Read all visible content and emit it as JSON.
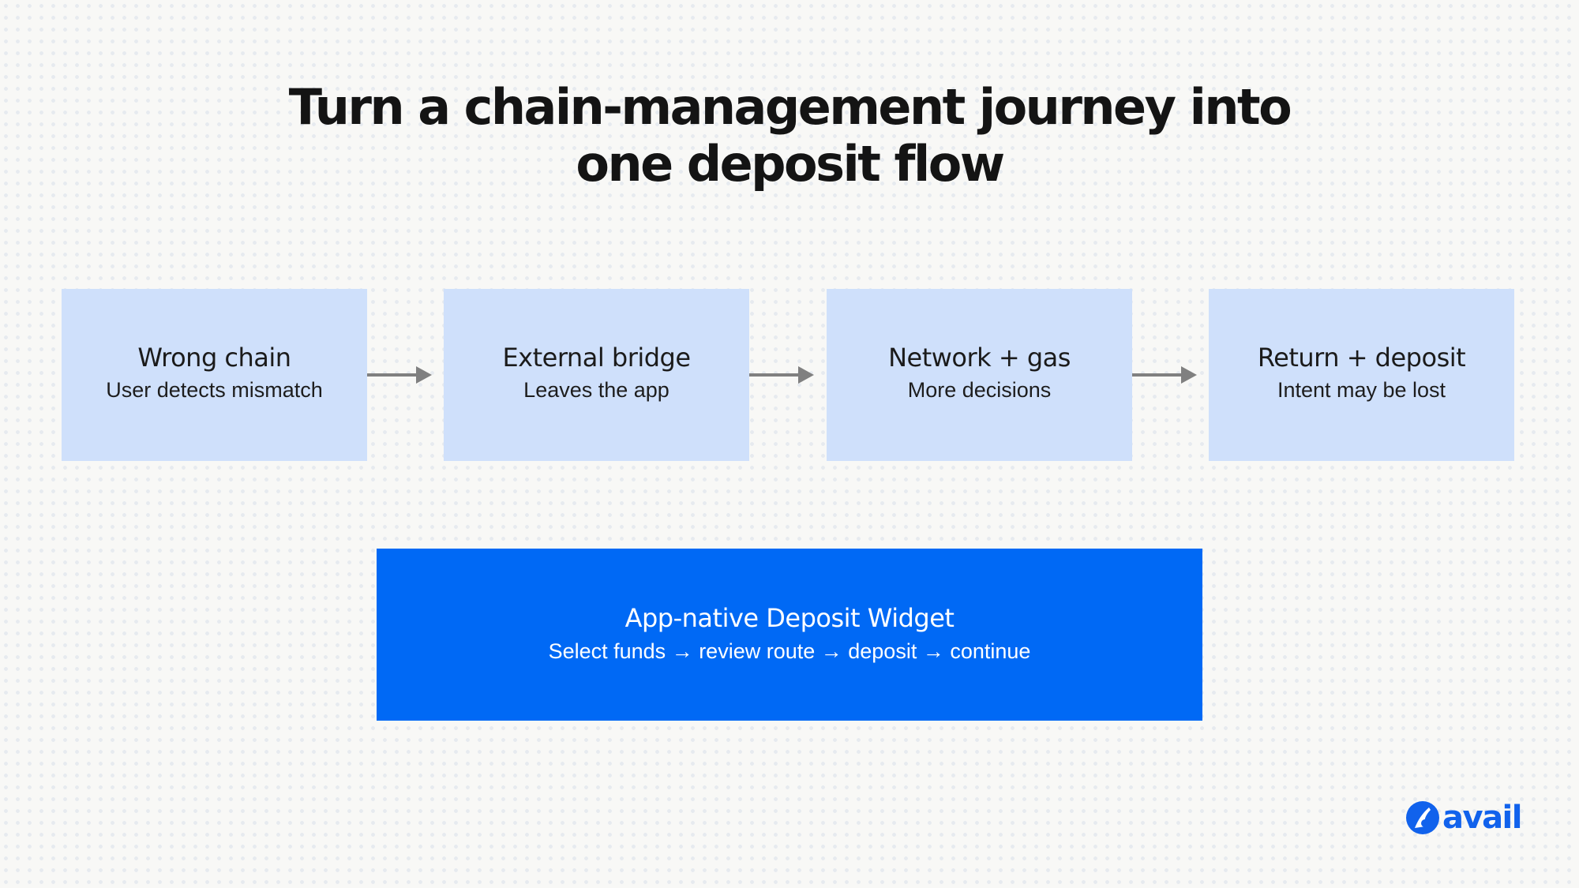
{
  "title": {
    "line1": "Turn a chain-management journey into",
    "line2": "one deposit flow"
  },
  "steps": [
    {
      "title": "Wrong chain",
      "subtitle": "User detects mismatch"
    },
    {
      "title": "External bridge",
      "subtitle": "Leaves the app"
    },
    {
      "title": "Network + gas",
      "subtitle": "More decisions"
    },
    {
      "title": "Return + deposit",
      "subtitle": "Intent may be lost"
    }
  ],
  "widget": {
    "title": "App-native Deposit Widget",
    "subtitle": "Select funds → review route → deposit → continue"
  },
  "logo": {
    "text": "avail",
    "icon": "avail-logo-icon"
  },
  "colors": {
    "background": "#f8f8f6",
    "step_box": "#cfe0fb",
    "widget_box": "#0069f5",
    "arrow": "#808080",
    "brand": "#1162ec"
  }
}
